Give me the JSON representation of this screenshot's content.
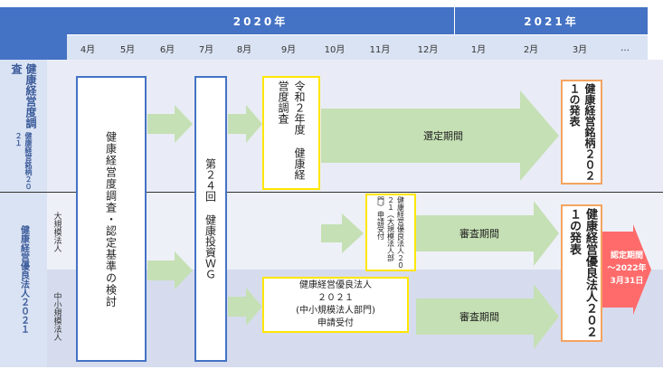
{
  "header": {
    "year1": "2020年",
    "year2": "2021年"
  },
  "months": [
    "4月",
    "5月",
    "6月",
    "7月",
    "8月",
    "9月",
    "10月",
    "11月",
    "12月",
    "1月",
    "2月",
    "3月",
    "…"
  ],
  "rows": {
    "kenko_chosa": "健康経営度調査",
    "meigara": "健康経営銘柄２０２１",
    "yuryo": "健康経営優良法人２０２１",
    "large": "大規模法人",
    "small": "中小規模法人"
  },
  "boxes": {
    "kento": "健康経営度調査・認定基準の検討",
    "wg": "第２４回 健康投資ＷＧ",
    "chosa": "令和２年度 健康経営度調査",
    "large_apply": "健康経営優良法人２０２１（大規模法人部門）申請受付",
    "small_apply_l1": "健康経営優良法人",
    "small_apply_l2": "２０２１",
    "small_apply_l3": "(中小規模法人部門)",
    "small_apply_l4": "申請受付",
    "meigara_announce": "健康経営銘柄２０２１の発表",
    "yuryo_announce": "健康経営優良法人２０２１の発表"
  },
  "arrows": {
    "selection": "選定期間",
    "review1": "審査期間",
    "review2": "審査期間",
    "cert_l1": "認定期間",
    "cert_l2": "～2022年",
    "cert_l3": "3月31日"
  },
  "colors": {
    "header_blue": "#4472c4",
    "arrow_green": "#c5e0b4",
    "row_light": "#e9ecf6",
    "row_dark": "#d6dcee",
    "label_bg": "#dae3f3",
    "box_blue": "#4472c4",
    "box_yellow": "#ffe600",
    "box_orange": "#f4a460",
    "cert_red": "#ff6b6b"
  }
}
